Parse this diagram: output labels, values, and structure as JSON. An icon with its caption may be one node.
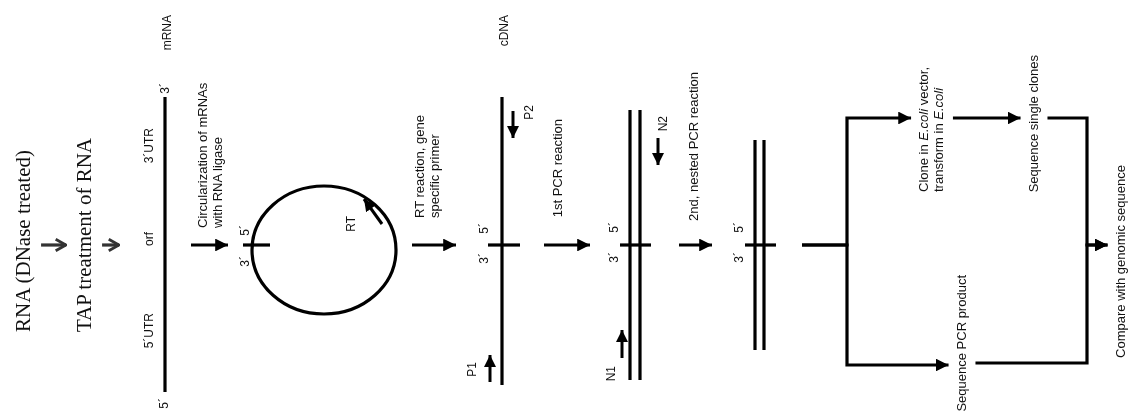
{
  "diagram": {
    "nodes": [
      {
        "text": [
          "RNA (DNase treated)"
        ]
      },
      {
        "text": [
          "TAP treatment of RNA"
        ]
      },
      {
        "text": [
          "mRNA",
          "5´",
          "5´UTR",
          "orf",
          "3´UTR",
          "3´"
        ]
      },
      {
        "text": [
          "3´",
          "5´",
          "RT"
        ]
      },
      {
        "text": [
          "cDNA",
          "3´",
          "5´",
          "P1",
          "P2"
        ]
      },
      {
        "text": [
          "3´",
          "5´",
          "N1",
          "N2"
        ]
      },
      {
        "text": [
          "3´",
          "5´"
        ]
      },
      {
        "text": [
          "Clone in *E.coli* vector, transform in *E.coli*"
        ]
      },
      {
        "text": [
          "Sequence single clones"
        ]
      },
      {
        "text": [
          "Sequence PCR product"
        ]
      },
      {
        "text": [
          "Compare with genomic sequence"
        ]
      }
    ],
    "edges": [
      {
        "from": 0,
        "to": 1,
        "arrow": "to"
      },
      {
        "from": 1,
        "to": 2,
        "arrow": "to"
      },
      {
        "from": 2,
        "to": 3,
        "arrow": "to",
        "label": "Circularization of mRNAs with RNA ligase"
      },
      {
        "from": 3,
        "to": 4,
        "arrow": "to",
        "label": "RT reaction, gene specific primer"
      },
      {
        "from": 4,
        "to": 5,
        "arrow": "to",
        "label": "1st PCR reaction"
      },
      {
        "from": 5,
        "to": 6,
        "arrow": "to",
        "label": "2nd, nested PCR reaction"
      },
      {
        "from": 6,
        "to": 7,
        "arrow": "to"
      },
      {
        "from": 6,
        "to": 9,
        "arrow": "to"
      },
      {
        "from": 7,
        "to": 8,
        "arrow": "to"
      },
      {
        "from": 8,
        "to": 10,
        "arrow": "to"
      },
      {
        "from": 9,
        "to": 10,
        "arrow": "to"
      }
    ]
  }
}
